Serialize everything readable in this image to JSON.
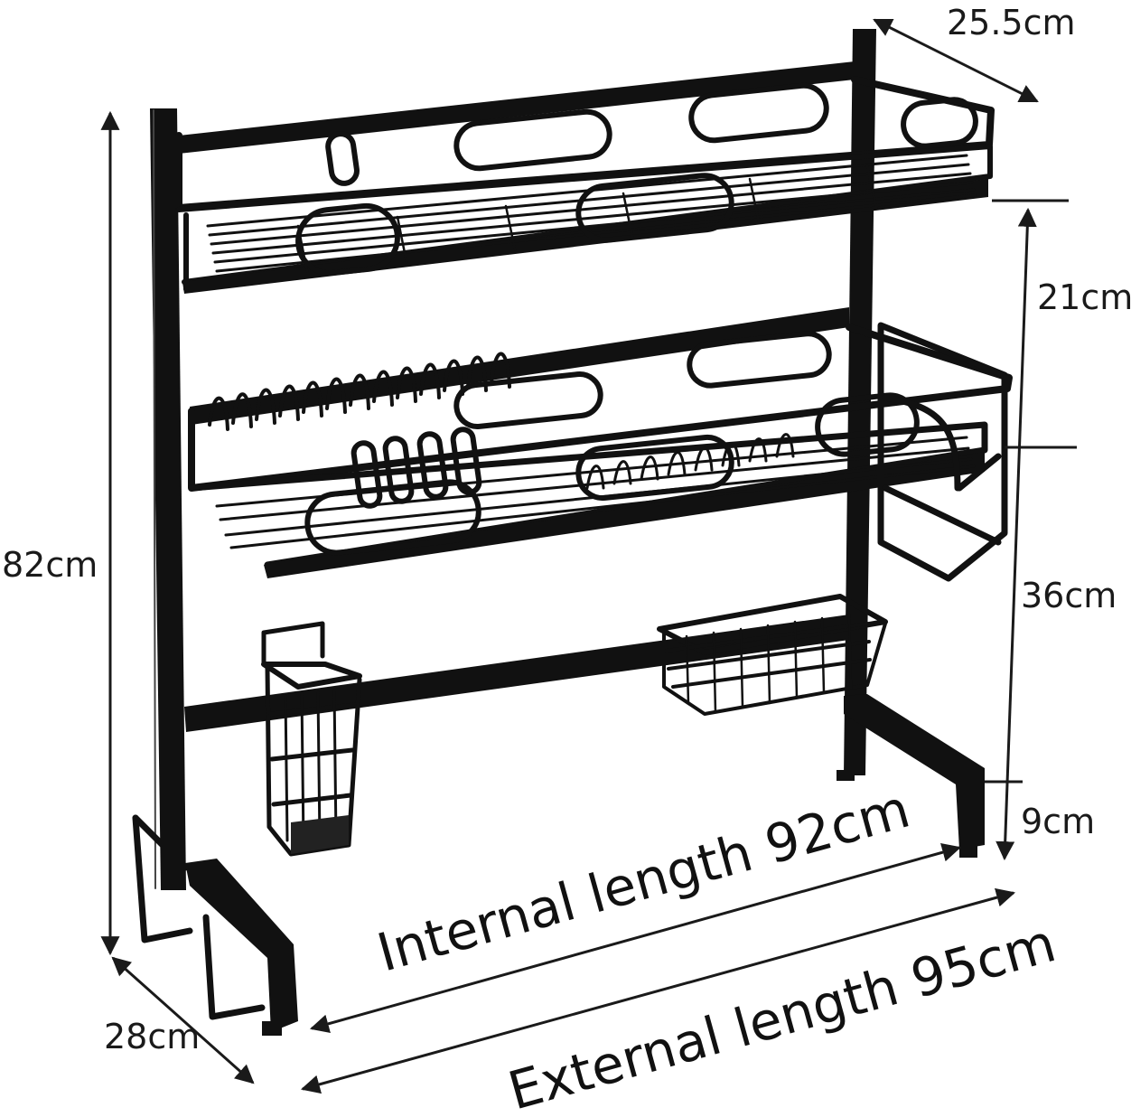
{
  "dimensions": {
    "depth_top": "25.5cm",
    "total_height": "82cm",
    "shelf_gap_top": "21cm",
    "shelf_gap_middle": "36cm",
    "leg_height": "9cm",
    "depth_base": "28cm"
  },
  "lengths": {
    "internal": "Internal length 92cm",
    "external": "External length 95cm"
  },
  "colors": {
    "rack": "#111111",
    "arrow": "#1a1a1a",
    "background": "#ffffff"
  }
}
